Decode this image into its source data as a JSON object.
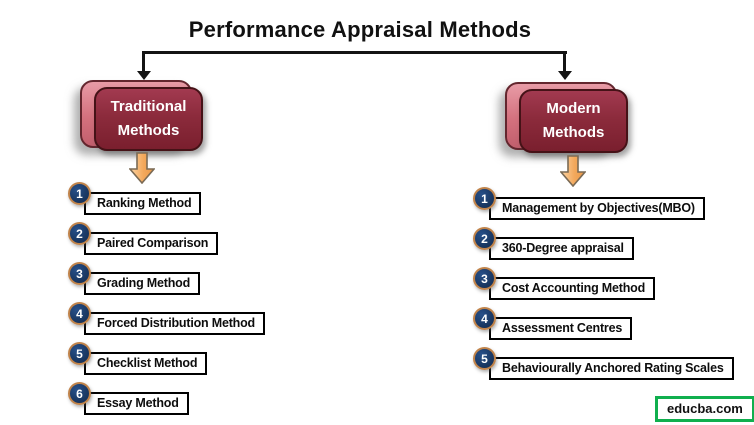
{
  "title": "Performance Appraisal Methods",
  "branches": [
    {
      "label": "Traditional Methods",
      "items": [
        "Ranking Method",
        "Paired Comparison",
        "Grading Method",
        "Forced Distribution Method",
        "Checklist Method",
        "Essay Method"
      ]
    },
    {
      "label": "Modern Methods",
      "items": [
        "Management by Objectives(MBO)",
        "360-Degree appraisal",
        "Cost Accounting Method",
        "Assessment Centres",
        "Behaviourally Anchored Rating Scales"
      ]
    }
  ],
  "watermark": "educba.com",
  "icons": {
    "connector_arrowheads": "down-arrowhead-icon",
    "branch_arrow": "orange-down-block-arrow-icon"
  },
  "colors": {
    "maroon_box": "#8c2b3c",
    "pink_shadow_box": "#d4717e",
    "number_circle_navy": "#1b3a66",
    "number_circle_ring": "#c0834a",
    "block_arrow_orange": "#f3a95d",
    "connector_black": "#141414",
    "watermark_green": "#10af4e"
  }
}
